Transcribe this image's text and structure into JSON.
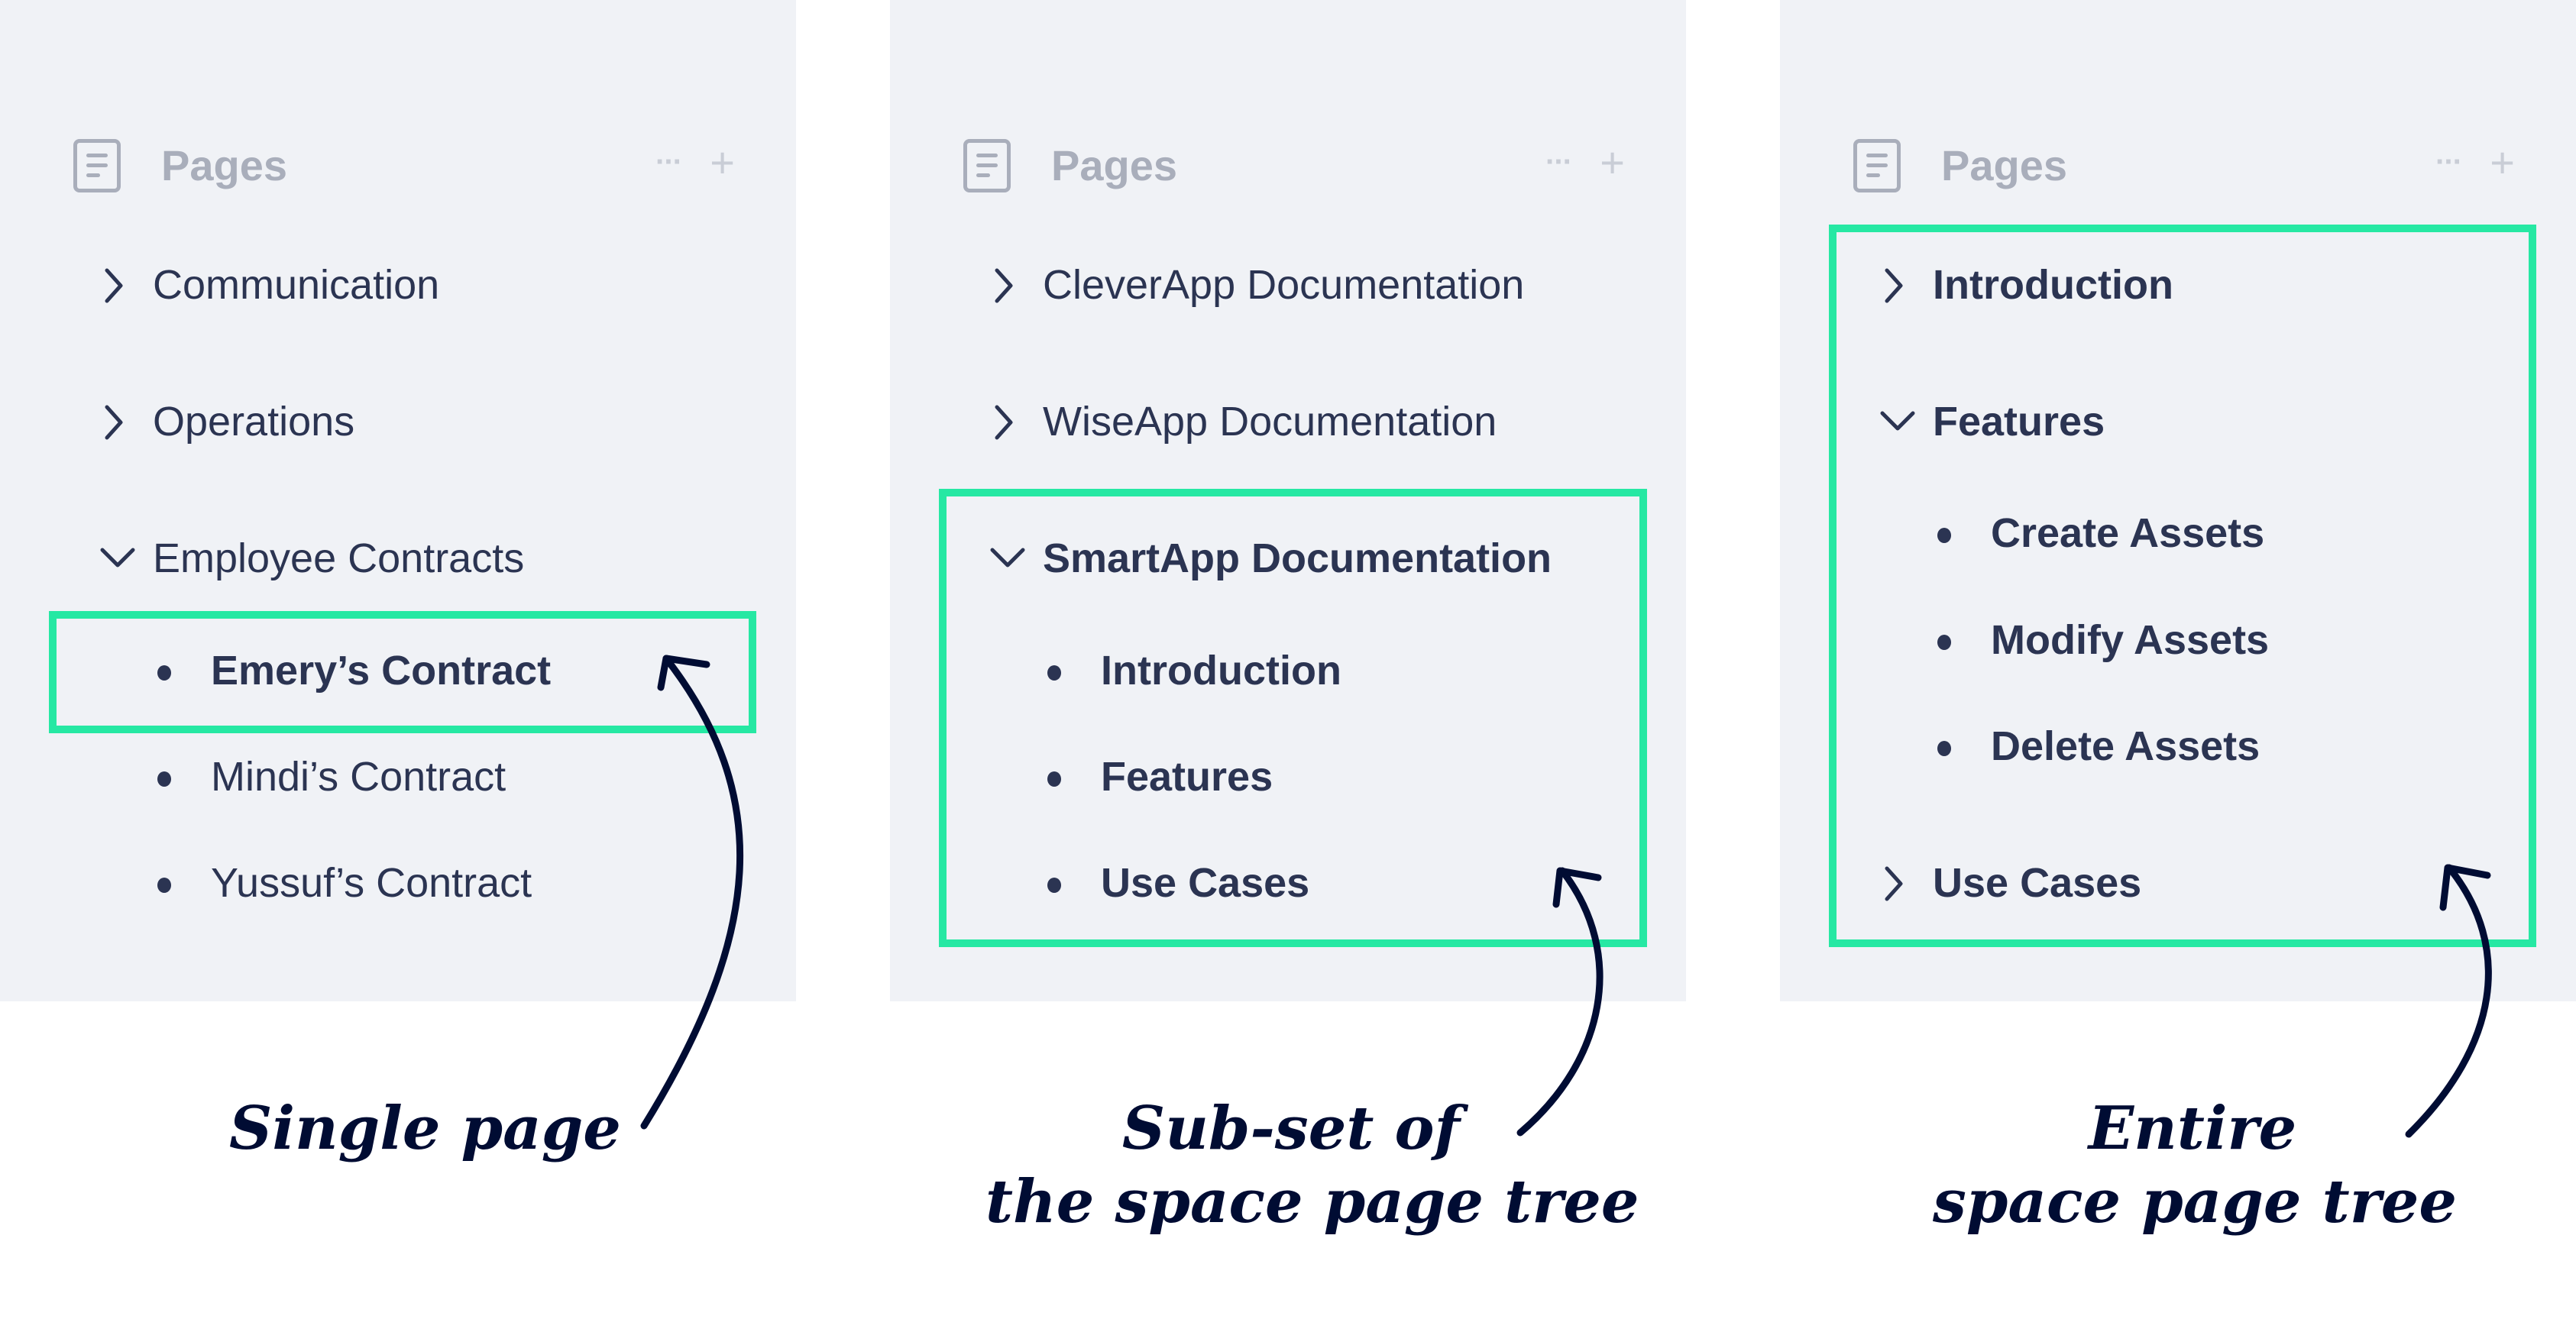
{
  "colors": {
    "panel_bg": "#f0f2f6",
    "highlight": "#26e8a3",
    "text": "#2b3452",
    "header_muted": "#a9aebb",
    "caption": "#000c33"
  },
  "panels": [
    {
      "header": {
        "icon": "document-icon",
        "title": "Pages",
        "more": "···",
        "add": "+"
      },
      "items": [
        {
          "label": "Communication",
          "type": "collapsed"
        },
        {
          "label": "Operations",
          "type": "collapsed"
        },
        {
          "label": "Employee Contracts",
          "type": "expanded"
        },
        {
          "label": "Emery’s Contract",
          "type": "child",
          "highlighted": true
        },
        {
          "label": "Mindi’s Contract",
          "type": "child"
        },
        {
          "label": "Yussuf’s Contract",
          "type": "child"
        }
      ],
      "caption": [
        "Single page"
      ]
    },
    {
      "header": {
        "icon": "document-icon",
        "title": "Pages",
        "more": "···",
        "add": "+"
      },
      "items": [
        {
          "label": "CleverApp Documentation",
          "type": "collapsed"
        },
        {
          "label": "WiseApp Documentation",
          "type": "collapsed"
        },
        {
          "label": "SmartApp Documentation",
          "type": "expanded",
          "highlighted": true
        },
        {
          "label": "Introduction",
          "type": "child",
          "highlighted": true
        },
        {
          "label": "Features",
          "type": "child",
          "highlighted": true
        },
        {
          "label": "Use Cases",
          "type": "child",
          "highlighted": true
        }
      ],
      "caption": [
        "Sub-set of",
        "the space page tree"
      ]
    },
    {
      "header": {
        "icon": "document-icon",
        "title": "Pages",
        "more": "···",
        "add": "+"
      },
      "items": [
        {
          "label": "Introduction",
          "type": "collapsed",
          "highlighted": true
        },
        {
          "label": "Features",
          "type": "expanded",
          "highlighted": true
        },
        {
          "label": "Create Assets",
          "type": "child",
          "highlighted": true
        },
        {
          "label": "Modify Assets",
          "type": "child",
          "highlighted": true
        },
        {
          "label": "Delete Assets",
          "type": "child",
          "highlighted": true
        },
        {
          "label": "Use Cases",
          "type": "collapsed",
          "highlighted": true
        }
      ],
      "caption": [
        "Entire",
        "space page tree"
      ]
    }
  ]
}
